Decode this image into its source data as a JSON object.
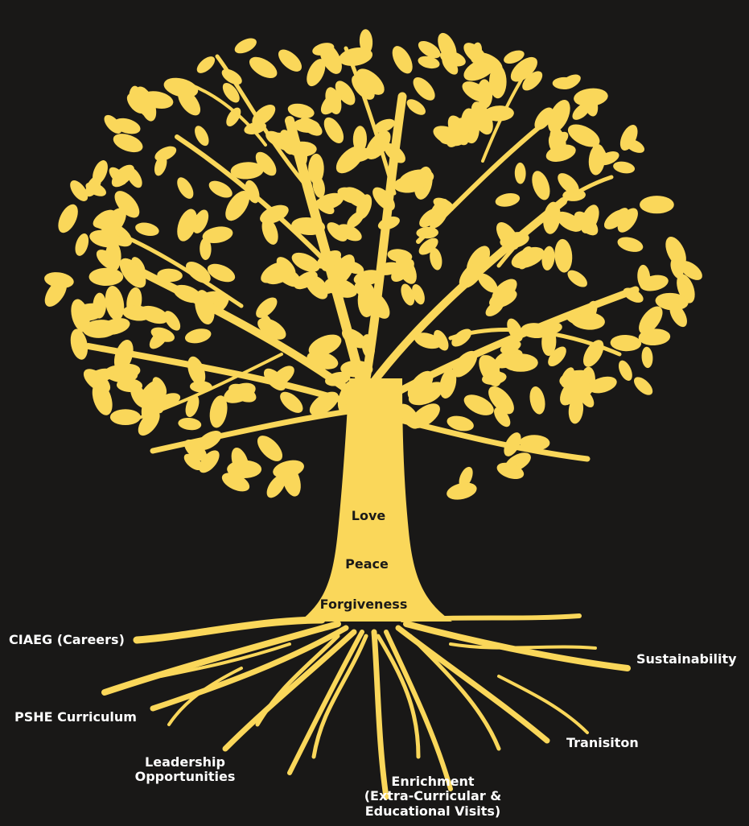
{
  "colors": {
    "background": "#191817",
    "tree": "#fad75a",
    "trunk_text": "#1b1a18",
    "root_text": "#ffffff"
  },
  "trunk_values": [
    "Love",
    "Peace",
    "Forgiveness"
  ],
  "root_labels": {
    "careers": "CIAEG (Careers)",
    "sustainability": "Sustainability",
    "pshe": "PSHE Curriculum",
    "transition": "Tranisiton",
    "leadership_line1": "Leadership",
    "leadership_line2": "Opportunities",
    "enrichment_line1": "Enrichment",
    "enrichment_line2": "(Extra-Curricular &",
    "enrichment_line3": "Educational Visits)"
  }
}
